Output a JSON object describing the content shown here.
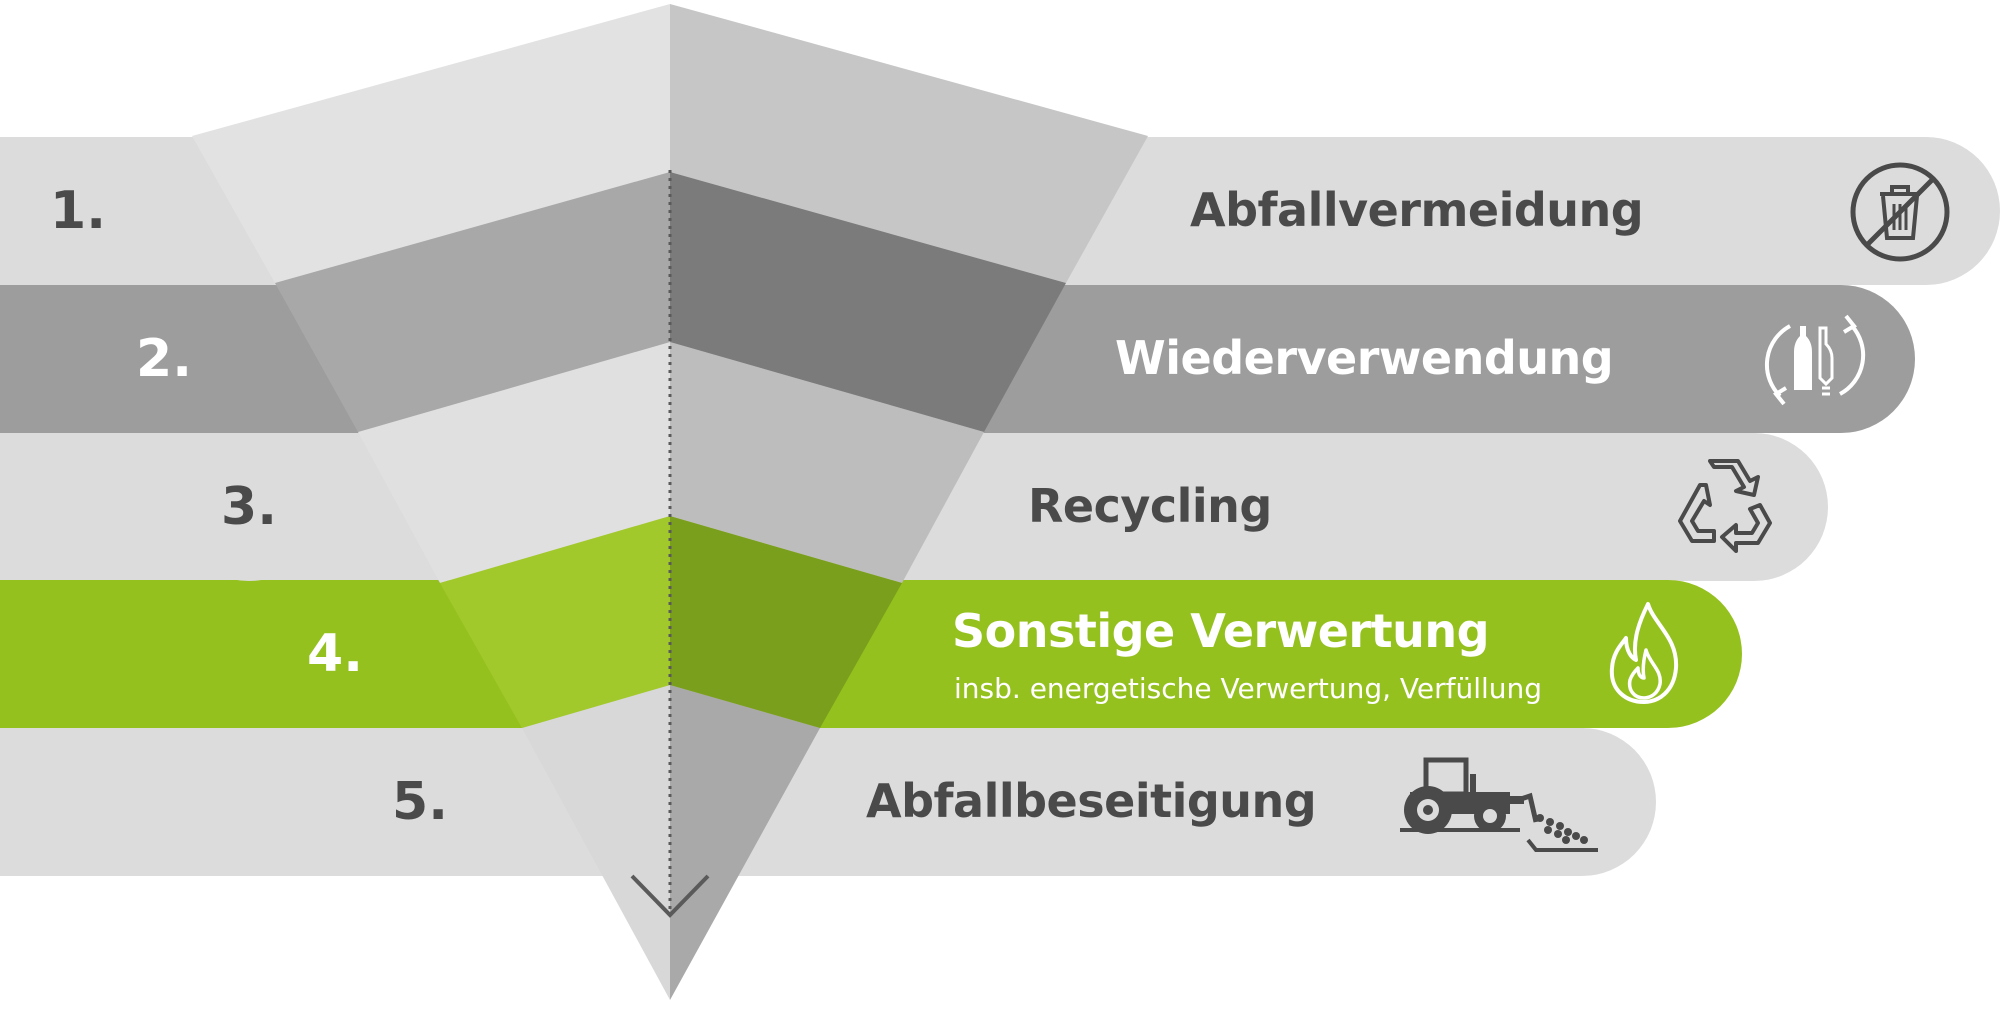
{
  "steps": [
    {
      "number": "1.",
      "label": "Abfallvermeidung",
      "sublabel": "",
      "icon": "no-trash-icon"
    },
    {
      "number": "2.",
      "label": "Wiederverwendung",
      "sublabel": "",
      "icon": "reuse-bottles-icon"
    },
    {
      "number": "3.",
      "label": "Recycling",
      "sublabel": "",
      "icon": "recycling-icon"
    },
    {
      "number": "4.",
      "label": "Sonstige Verwertung",
      "sublabel": "insb. energetische Verwertung, Verfüllung",
      "icon": "flame-icon"
    },
    {
      "number": "5.",
      "label": "Abfallbeseitigung",
      "sublabel": "",
      "icon": "tractor-icon"
    }
  ],
  "colors": {
    "light_gray": "#dcdcdc",
    "mid_gray": "#9d9d9d",
    "green": "#95c11f",
    "dark_text": "#4a4a4a",
    "white_text": "#ffffff"
  }
}
